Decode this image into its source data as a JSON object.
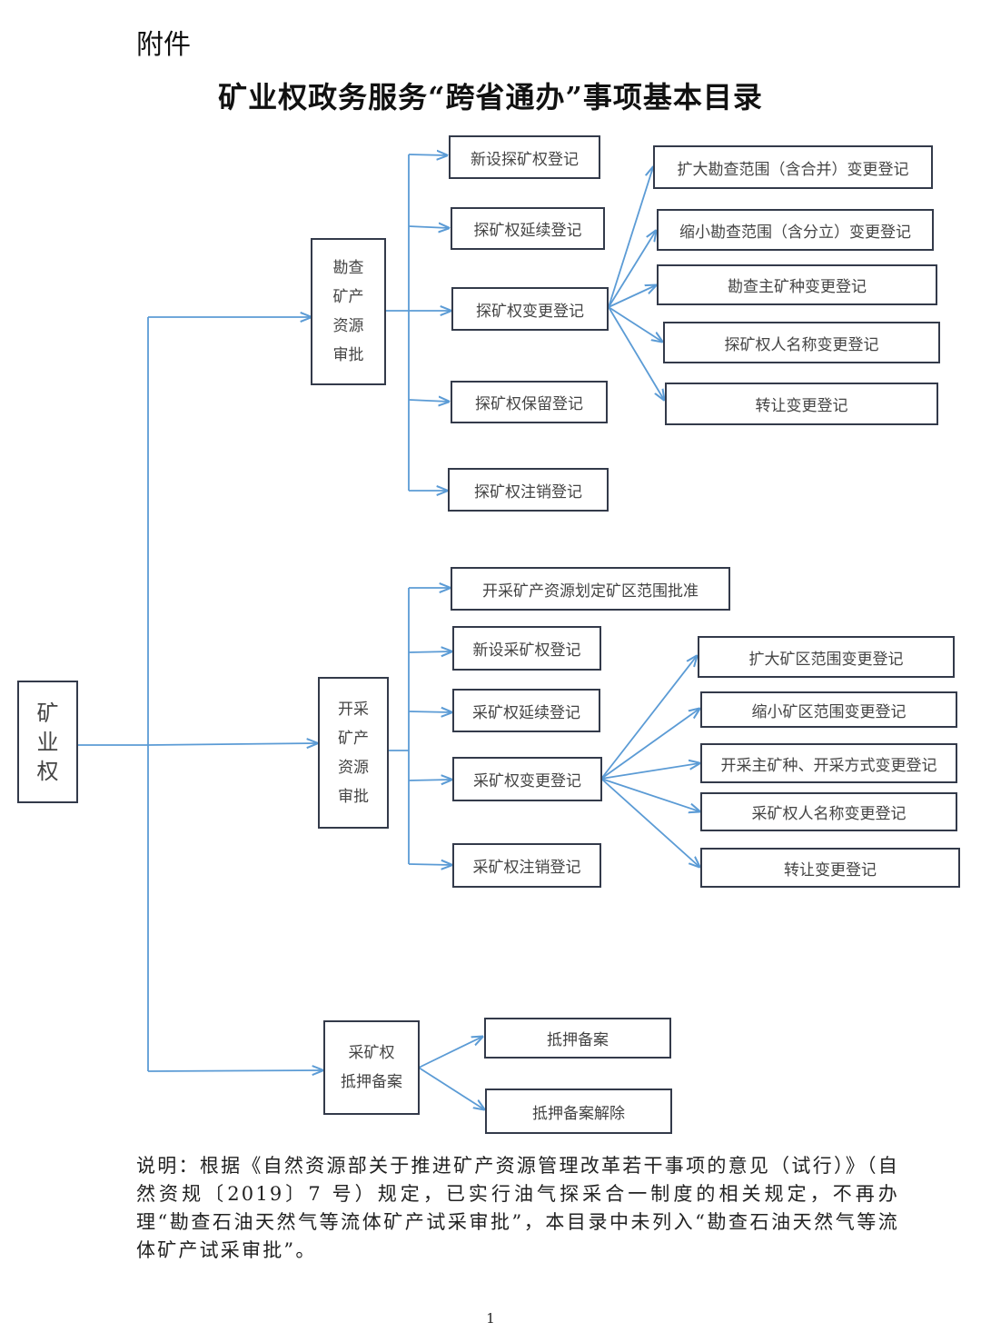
{
  "header": {
    "attachment_label": "附件",
    "title": "矿业权政务服务“跨省通办”事项基本目录"
  },
  "root": {
    "lines": [
      "矿",
      "业",
      "权"
    ]
  },
  "groups": {
    "exploration": {
      "lines": [
        "勘查",
        "矿产",
        "资源",
        "审批"
      ],
      "items": [
        "新设探矿权登记",
        "探矿权延续登记",
        "探矿权变更登记",
        "探矿权保留登记",
        "探矿权注销登记"
      ],
      "change_items": [
        "扩大勘查范围（含合并）变更登记",
        "缩小勘查范围（含分立）变更登记",
        "勘查主矿种变更登记",
        "探矿权人名称变更登记",
        "转让变更登记"
      ]
    },
    "mining": {
      "lines": [
        "开采",
        "矿产",
        "资源",
        "审批"
      ],
      "items": [
        "开采矿产资源划定矿区范围批准",
        "新设采矿权登记",
        "采矿权延续登记",
        "采矿权变更登记",
        "采矿权注销登记"
      ],
      "change_items": [
        "扩大矿区范围变更登记",
        "缩小矿区范围变更登记",
        "开采主矿种、开采方式变更登记",
        "采矿权人名称变更登记",
        "转让变更登记"
      ]
    },
    "mortgage": {
      "lines": [
        "采矿权",
        "抵押备案"
      ],
      "items": [
        "抵押备案",
        "抵押备案解除"
      ]
    }
  },
  "note": "说明：根据《自然资源部关于推进矿产资源管理改革若干事项的意见（试行）》（自然资规〔2019〕7 号）规定，已实行油气探采合一制度的相关规定，不再办理“勘查石油天然气等流体矿产试采审批”，本目录中未列入“勘查石油天然气等流体矿产试采审批”。",
  "page_number": "1",
  "colors": {
    "connector": "#5b9bd5",
    "box_border": "#333a4a"
  }
}
